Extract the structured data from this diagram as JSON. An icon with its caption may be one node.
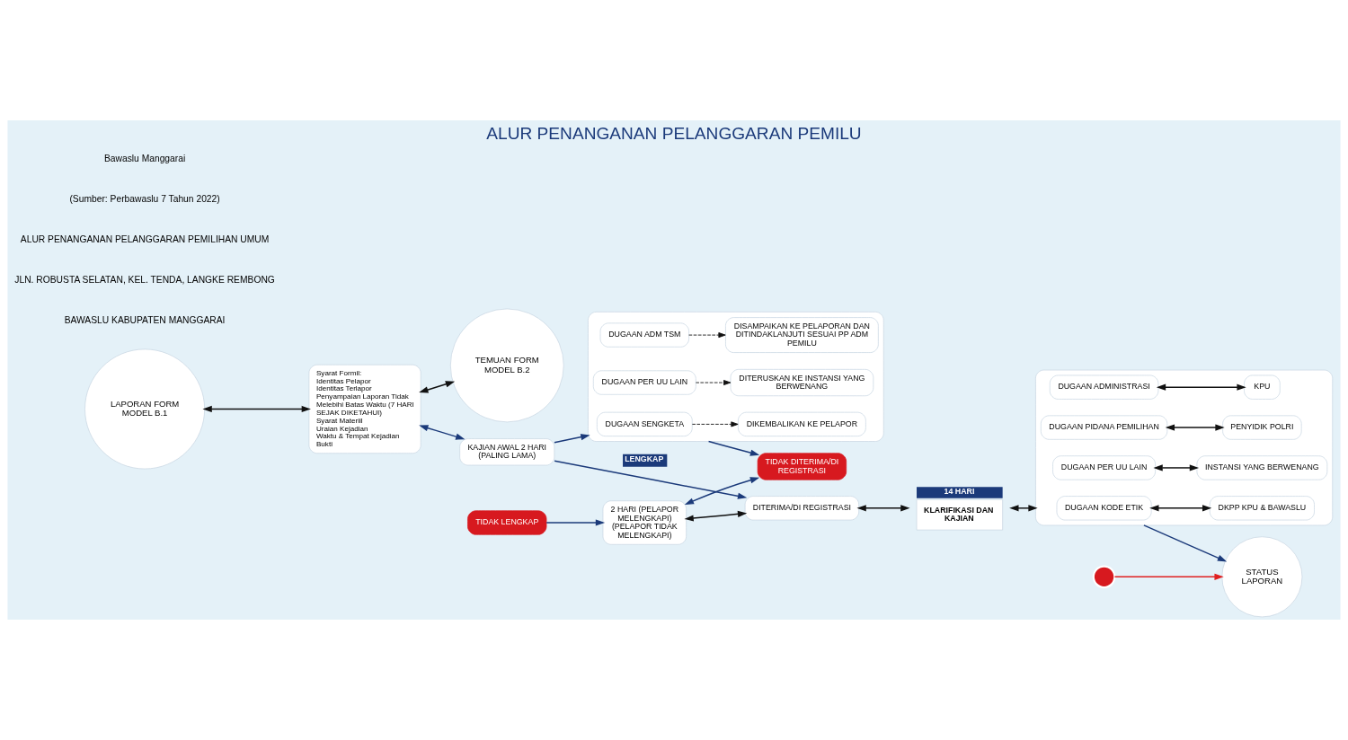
{
  "diagram": {
    "title": "ALUR PENANGANAN PELANGGARAN PEMILU",
    "nodes": [
      {
        "text": [
          "LAPORAN FORM MODEL B.1"
        ]
      },
      {
        "text": [
          "Syarat Formil:",
          "Identitas Pelapor",
          "Identitas Terlapor",
          "Penyampaian Laporan Tidak Melebihi Batas Waktu (7 HARI SEJAK DIKETAHUI)",
          "Syarat Materiil",
          "Uraian Kejadian",
          "Waktu & Tempat Kejadian",
          "Bukti"
        ]
      },
      {
        "text": [
          "TEMUAN FORM MODEL B.2"
        ]
      },
      {
        "text": [
          "KAJIAN AWAL 2 HARI (PALING LAMA)"
        ]
      },
      {
        "text": [
          "TIDAK LENGKAP"
        ]
      },
      {
        "text": [
          "2 HARI (PELAPOR MELENGKAPI)",
          "(PELAPOR TIDAK MELENGKAPI)"
        ]
      },
      {
        "text": [
          "DITERIMA/DI REGISTRASI"
        ]
      },
      {
        "text": [
          "TIDAK DITERIMA/DI REGISTRASI"
        ]
      },
      {
        "text": [],
        "shape": "circle"
      },
      {
        "text": [
          "KLARIFIKASI DAN KAJIAN"
        ],
        "beside": [
          "14 HARI"
        ]
      },
      {
        "text": [],
        "shape": "box"
      },
      {
        "text": [
          "DUGAAN KODE ETIK"
        ],
        "in": 10
      },
      {
        "text": [
          "DKPP KPU & BAWASLU"
        ],
        "in": 10
      },
      {
        "text": [
          "DUGAAN ADMINISTRASI"
        ],
        "in": 10
      },
      {
        "text": [
          "KPU"
        ],
        "in": 10
      },
      {
        "text": [
          "DUGAAN PIDANA PEMILIHAN"
        ],
        "in": 10
      },
      {
        "text": [
          "PENYIDIK POLRI"
        ],
        "in": 10
      },
      {
        "text": [
          "DUGAAN PER UU LAIN"
        ],
        "in": 10
      },
      {
        "text": [
          "INSTANSI YANG BERWENANG"
        ],
        "in": 10
      },
      {
        "text": [],
        "shape": "box"
      },
      {
        "text": [
          "DUGAAN SENGKETA"
        ],
        "in": 19
      },
      {
        "text": [
          "DIKEMBALIKAN KE PELAPOR"
        ],
        "in": 19
      },
      {
        "text": [
          "DUGAAN ADM TSM"
        ],
        "in": 19
      },
      {
        "text": [
          "DISAMPAIKAN KE PELAPORAN DAN DITINDAKLANJUTI SESUAI PP ADM PEMILU"
        ],
        "in": 19
      },
      {
        "text": [
          "DUGAAN PER UU LAIN"
        ],
        "in": 19
      },
      {
        "text": [
          "DITERUSKAN KE INSTANSI YANG BERWENANG"
        ],
        "in": 19
      },
      {
        "text": [
          "STATUS LAPORAN"
        ]
      }
    ],
    "edges": [
      {
        "from": 0,
        "to": 1,
        "arrow": "both"
      },
      {
        "from": 1,
        "to": 2,
        "arrow": "both"
      },
      {
        "from": 1,
        "to": 3,
        "arrow": "both",
        "color": "#1b3a7a"
      },
      {
        "from": 3,
        "to": 6,
        "label": "LENGKAP",
        "arrow": "to",
        "color": "#1b3a7a"
      },
      {
        "from": 4,
        "to": 5,
        "arrow": "to",
        "color": "#1b3a7a"
      },
      {
        "from": 3,
        "to": 19,
        "arrow": "to",
        "color": "#1b3a7a"
      },
      {
        "from": 5,
        "to": 6,
        "arrow": "both"
      },
      {
        "from": 5,
        "to": 7,
        "arrow": "both",
        "color": "#1b3a7a"
      },
      {
        "from": 19,
        "to": 7,
        "arrow": "to",
        "color": "#1b3a7a"
      },
      {
        "from": 8,
        "to": 26,
        "arrow": "to",
        "color": "#e02020"
      },
      {
        "from": 6,
        "to": 9,
        "arrow": "both"
      },
      {
        "from": 9,
        "to": 10,
        "arrow": "both"
      },
      {
        "from": 11,
        "to": 12,
        "arrow": "both"
      },
      {
        "from": 13,
        "to": 14,
        "arrow": "both"
      },
      {
        "from": 15,
        "to": 16,
        "arrow": "both"
      },
      {
        "from": 17,
        "to": 18,
        "arrow": "both"
      },
      {
        "from": 20,
        "to": 21,
        "arrow": "to",
        "style": "dashed"
      },
      {
        "from": 22,
        "to": 23,
        "arrow": "to",
        "style": "dashed"
      },
      {
        "from": 24,
        "to": 25,
        "arrow": "to",
        "style": "dashed"
      },
      {
        "from": 10,
        "to": 26,
        "arrow": "to",
        "color": "#1b3a7a"
      }
    ],
    "labels": [
      "BAWASLU KABUPATEN MANGGARAI",
      "JLN. ROBUSTA SELATAN, KEL. TENDA, LANGKE REMBONG",
      "ALUR PENANGANAN PELANGGARAN PEMILIHAN UMUM",
      "(Sumber: Perbawaslu 7 Tahun 2022)",
      "Bawaslu Manggarai"
    ]
  }
}
